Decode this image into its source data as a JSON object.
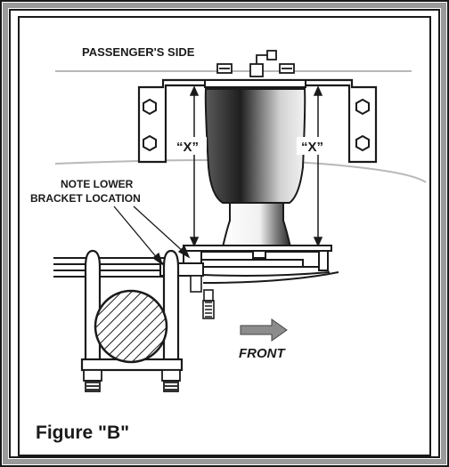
{
  "figure": {
    "caption": "Figure \"B\"",
    "side_label": "PASSENGER'S SIDE",
    "note_line1": "NOTE LOWER",
    "note_line2": "BRACKET LOCATION",
    "dimension_left": "“X”",
    "dimension_right": "“X”",
    "direction_label": "FRONT"
  },
  "colors": {
    "ink": "#1a1a1a",
    "frame_gray": "#9a9a9a",
    "guide_line": "#b8b8b8",
    "arrow_fill": "#8c8c8c"
  }
}
